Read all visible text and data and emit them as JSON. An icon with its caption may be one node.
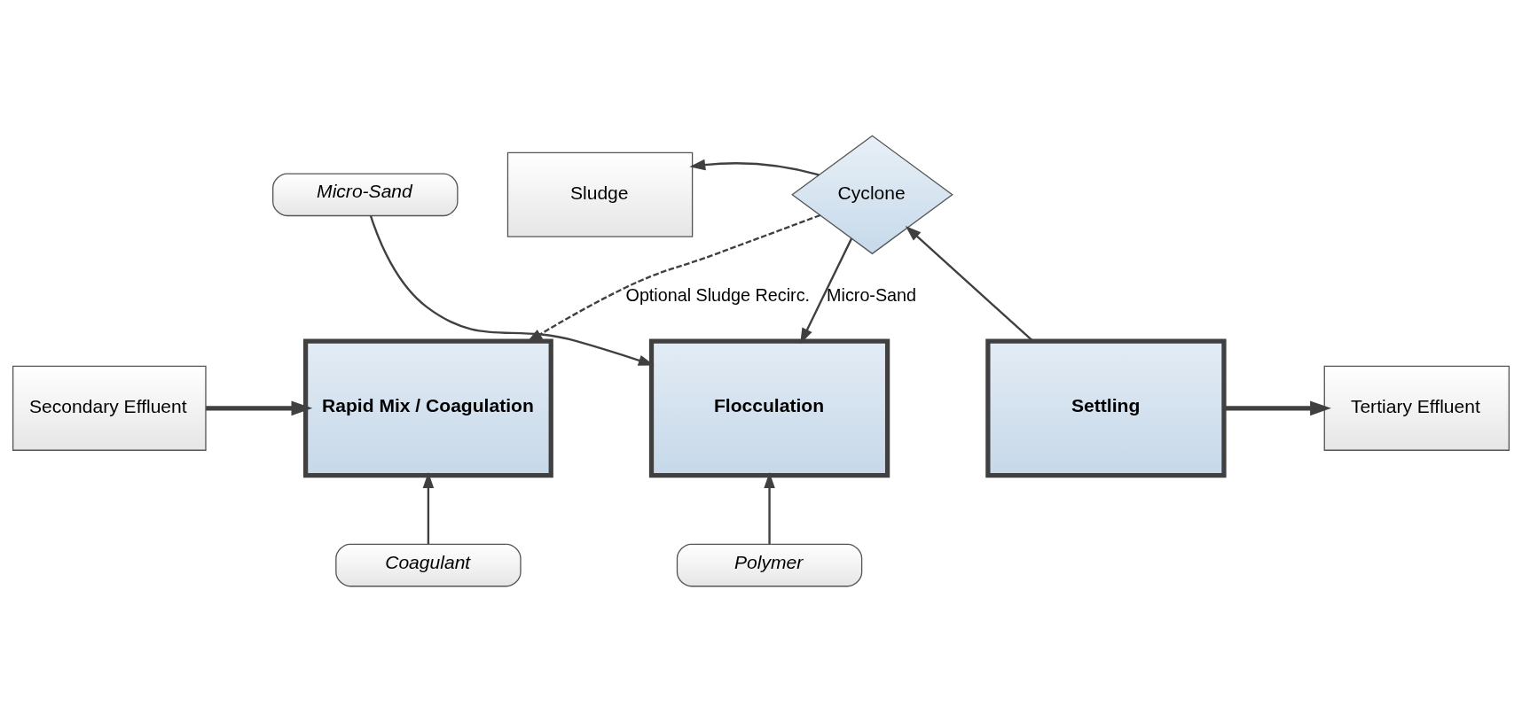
{
  "diagram": {
    "nodes": [
      {
        "text": [
          "Sludge"
        ]
      },
      {
        "text": [
          "Cyclone"
        ]
      },
      {
        "text": [
          "Micro-Sand"
        ]
      },
      {
        "text": [
          "Secondary Effluent"
        ]
      },
      {
        "text": [
          "Rapid Mix / Coagulation"
        ]
      },
      {
        "text": [
          "Flocculation"
        ]
      },
      {
        "text": [
          "Settling"
        ]
      },
      {
        "text": [
          "Tertiary Effluent"
        ]
      },
      {
        "text": [
          "Coagulant"
        ]
      },
      {
        "text": [
          "Polymer"
        ]
      }
    ],
    "edges": [
      {
        "from": 1,
        "to": 0,
        "arrow": "to"
      },
      {
        "from": 1,
        "to": 4,
        "arrow": "to",
        "style": "dashed",
        "label": "Optional Sludge Recirc."
      },
      {
        "from": 6,
        "to": 1,
        "arrow": "to"
      },
      {
        "from": 1,
        "to": 5,
        "arrow": "to",
        "label": "Micro-Sand"
      },
      {
        "from": 2,
        "to": 5,
        "arrow": "to"
      },
      {
        "from": 3,
        "to": 4,
        "arrow": "to",
        "style": "thick"
      },
      {
        "from": 6,
        "to": 7,
        "arrow": "to",
        "style": "thick"
      },
      {
        "from": 8,
        "to": 4,
        "arrow": "to"
      },
      {
        "from": 9,
        "to": 5,
        "arrow": "to"
      }
    ]
  }
}
